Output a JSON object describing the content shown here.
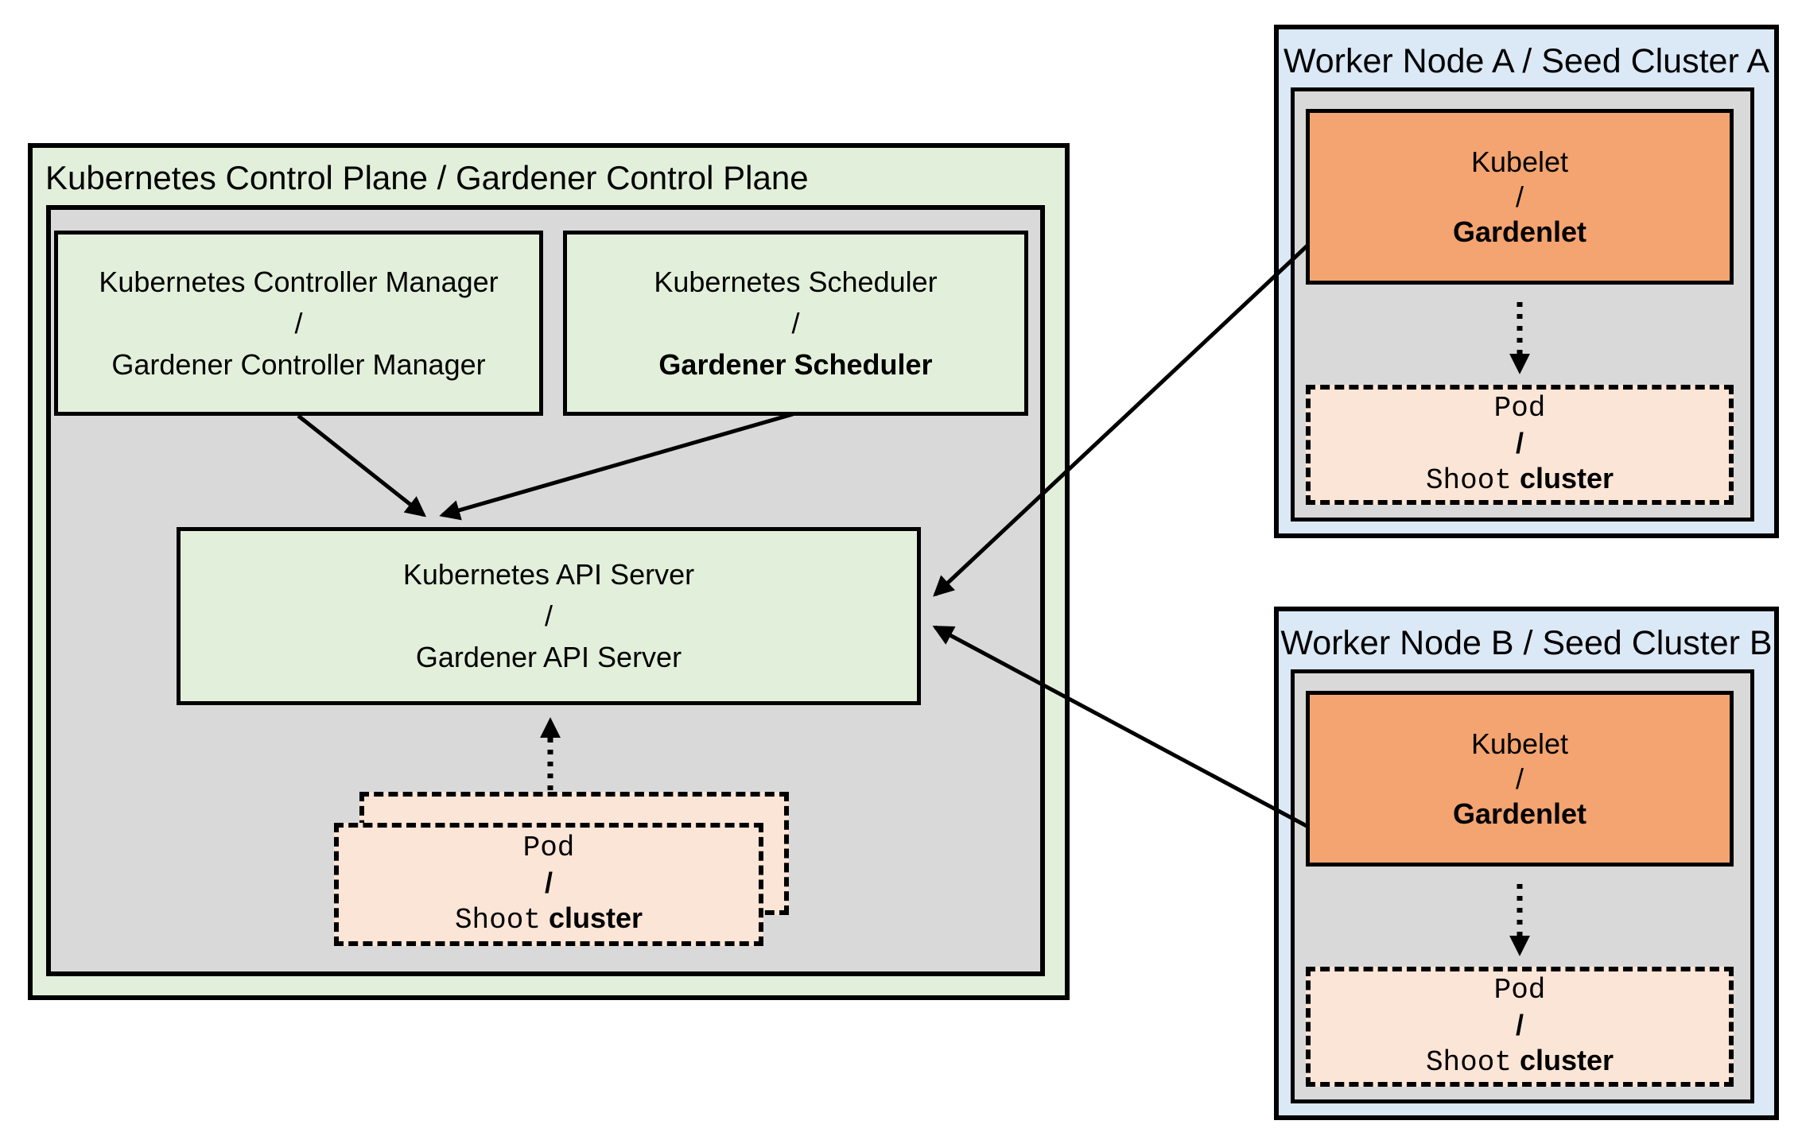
{
  "control_plane": {
    "title": "Kubernetes Control Plane / Gardener Control Plane",
    "controller_manager": {
      "line1": "Kubernetes Controller Manager",
      "sep": "/",
      "line2": "Gardener Controller Manager"
    },
    "scheduler": {
      "line1": "Kubernetes Scheduler",
      "sep": "/",
      "line2": "Gardener Scheduler"
    },
    "api_server": {
      "line1": "Kubernetes API Server",
      "sep": "/",
      "line2": "Gardener API Server"
    },
    "pod": {
      "line1": "Pod",
      "sep": "/",
      "line2_code": "Shoot",
      "line2_rest": "cluster"
    }
  },
  "workers": [
    {
      "title": "Worker Node A / Seed Cluster A",
      "kubelet": {
        "line1": "Kubelet",
        "sep": "/",
        "line2": "Gardenlet"
      },
      "pod": {
        "line1": "Pod",
        "sep": "/",
        "line2_code": "Shoot",
        "line2_rest": "cluster"
      }
    },
    {
      "title": "Worker Node B / Seed Cluster B",
      "kubelet": {
        "line1": "Kubelet",
        "sep": "/",
        "line2": "Gardenlet"
      },
      "pod": {
        "line1": "Pod",
        "sep": "/",
        "line2_code": "Shoot",
        "line2_rest": "cluster"
      }
    }
  ],
  "colors": {
    "light_green": "#e2efda",
    "gray": "#d9d9d9",
    "light_blue": "#dbe8f6",
    "orange": "#f4a470",
    "peach": "#fbe5d6",
    "border": "#000000"
  }
}
